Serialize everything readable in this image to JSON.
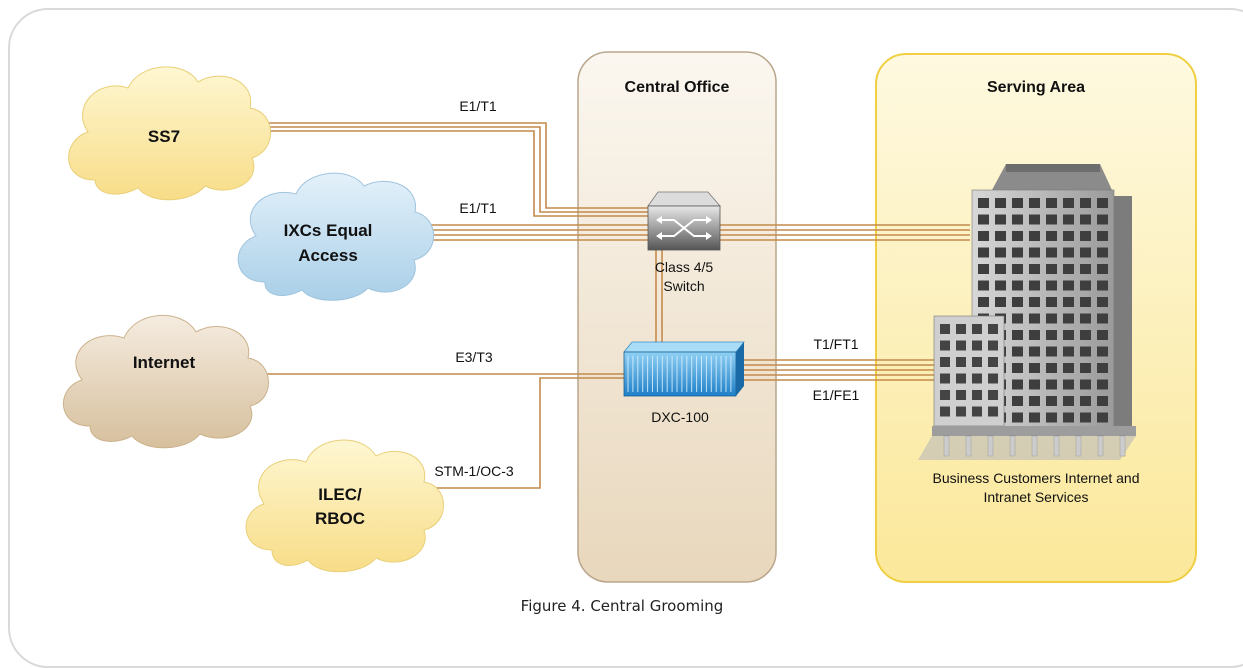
{
  "caption": "Figure 4. Central Grooming",
  "zones": {
    "central_office": "Central Office",
    "serving_area": "Serving Area"
  },
  "clouds": {
    "ss7": "SS7",
    "ixcs_line1": "IXCs Equal",
    "ixcs_line2": "Access",
    "internet": "Internet",
    "ilec_line1": "ILEC/",
    "ilec_line2": "RBOC"
  },
  "links": {
    "ss7": "E1/T1",
    "ixcs": "E1/T1",
    "internet": "E3/T3",
    "ilec": "STM-1/OC-3",
    "customer_top": "T1/FT1",
    "customer_bottom": "E1/FE1"
  },
  "devices": {
    "switch_line1": "Class 4/5",
    "switch_line2": "Switch",
    "dxc": "DXC-100"
  },
  "building_caption_line1": "Business Customers Internet and",
  "building_caption_line2": "Intranet Services",
  "colors": {
    "link": "#c48a4c",
    "cloud_yellow": "#fbe6a0",
    "cloud_blue": "#c5dff0",
    "cloud_tan": "#e6d6bd",
    "central_office_fill": "#f1e6d4",
    "serving_area_fill": "#fdf1bb",
    "serving_area_border": "#f0cf44"
  }
}
